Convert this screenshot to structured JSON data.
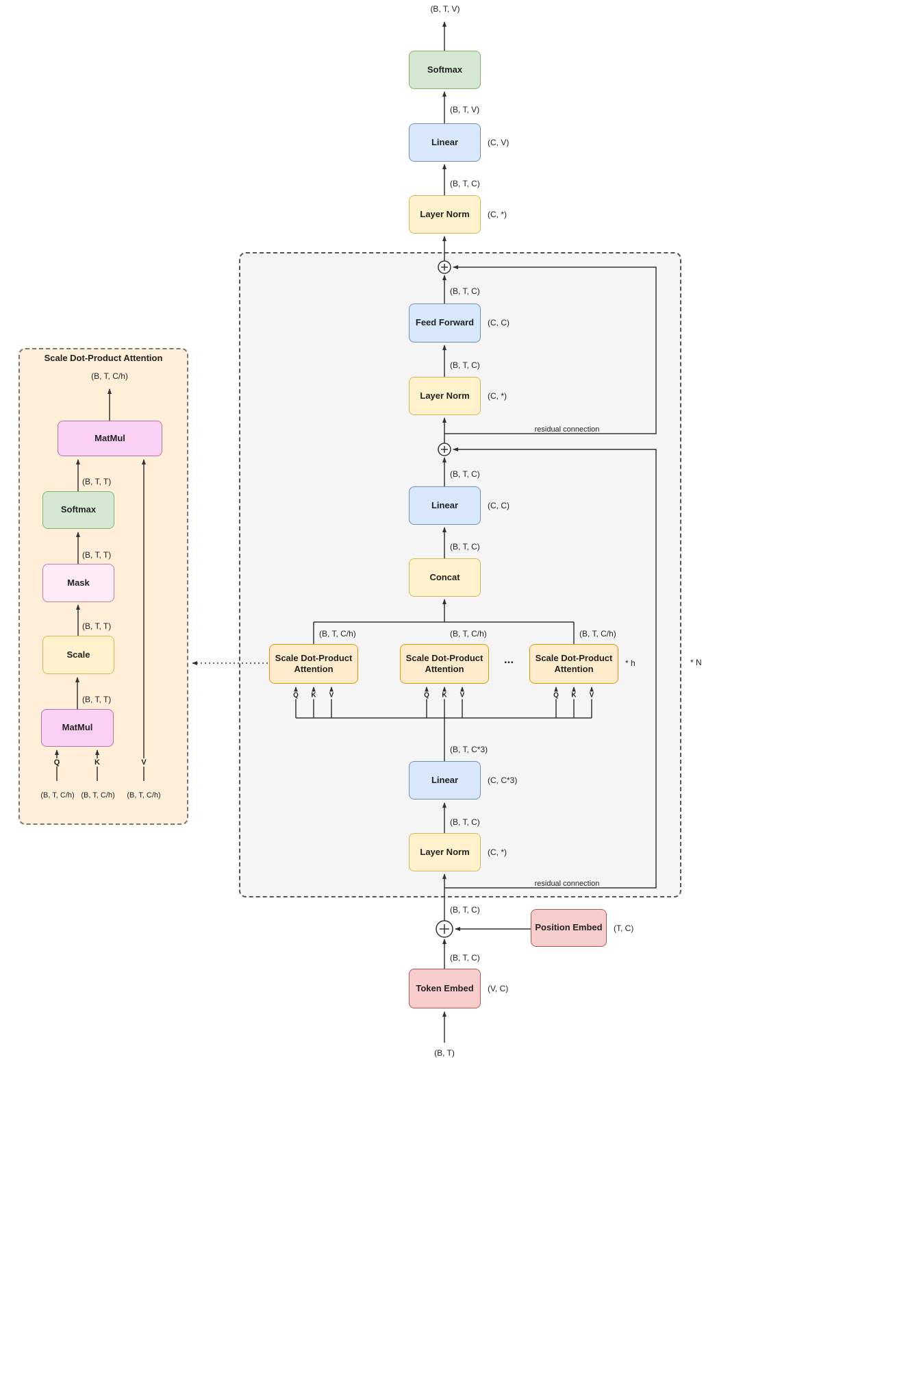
{
  "palette": {
    "green_fill": "#d5e8d4",
    "green_border": "#82b366",
    "blue_fill": "#dae8fc",
    "blue_border": "#6c8ebf",
    "yellow_fill": "#fff2cc",
    "yellow_border": "#d6b656",
    "orange_fill": "#ffeccc",
    "orange_border": "#d79b00",
    "red_fill": "#f8cecc",
    "red_border": "#b85450",
    "pink_fill": "#fad1f5",
    "pink_border": "#b5739d",
    "lightpink_fill": "#fdebf8",
    "lightpink_border": "#c27ba0",
    "block_container_fill": "#f5f5f5",
    "detail_container_fill": "#ffeed8",
    "line_color": "#333333"
  },
  "blocks": {
    "softmax": "Softmax",
    "linear": "Linear",
    "layer_norm": "Layer Norm",
    "feed_forward": "Feed Forward",
    "concat": "Concat",
    "attention": "Scale Dot-Product Attention",
    "position_embed": "Position Embed",
    "token_embed": "Token Embed",
    "matmul": "MatMul",
    "mask": "Mask",
    "scale": "Scale"
  },
  "shapes": {
    "btv": "(B, T, V)",
    "btc": "(B, T, C)",
    "btc3": "(B, T, C*3)",
    "btch": "(B, T, C/h)",
    "btt": "(B, T, T)",
    "bt": "(B, T)",
    "cv": "(C, V)",
    "cstar": "(C, *)",
    "cc": "(C, C)",
    "cc3": "(C, C*3)",
    "tc": "(T, C)",
    "vc": "(V, C)"
  },
  "annotations": {
    "residual": "residual connection",
    "times_n": "* N",
    "times_h": "* h",
    "ellipsis": "...",
    "q": "Q",
    "k": "K",
    "v": "V",
    "detail_title": "Scale Dot-Product Attention"
  }
}
